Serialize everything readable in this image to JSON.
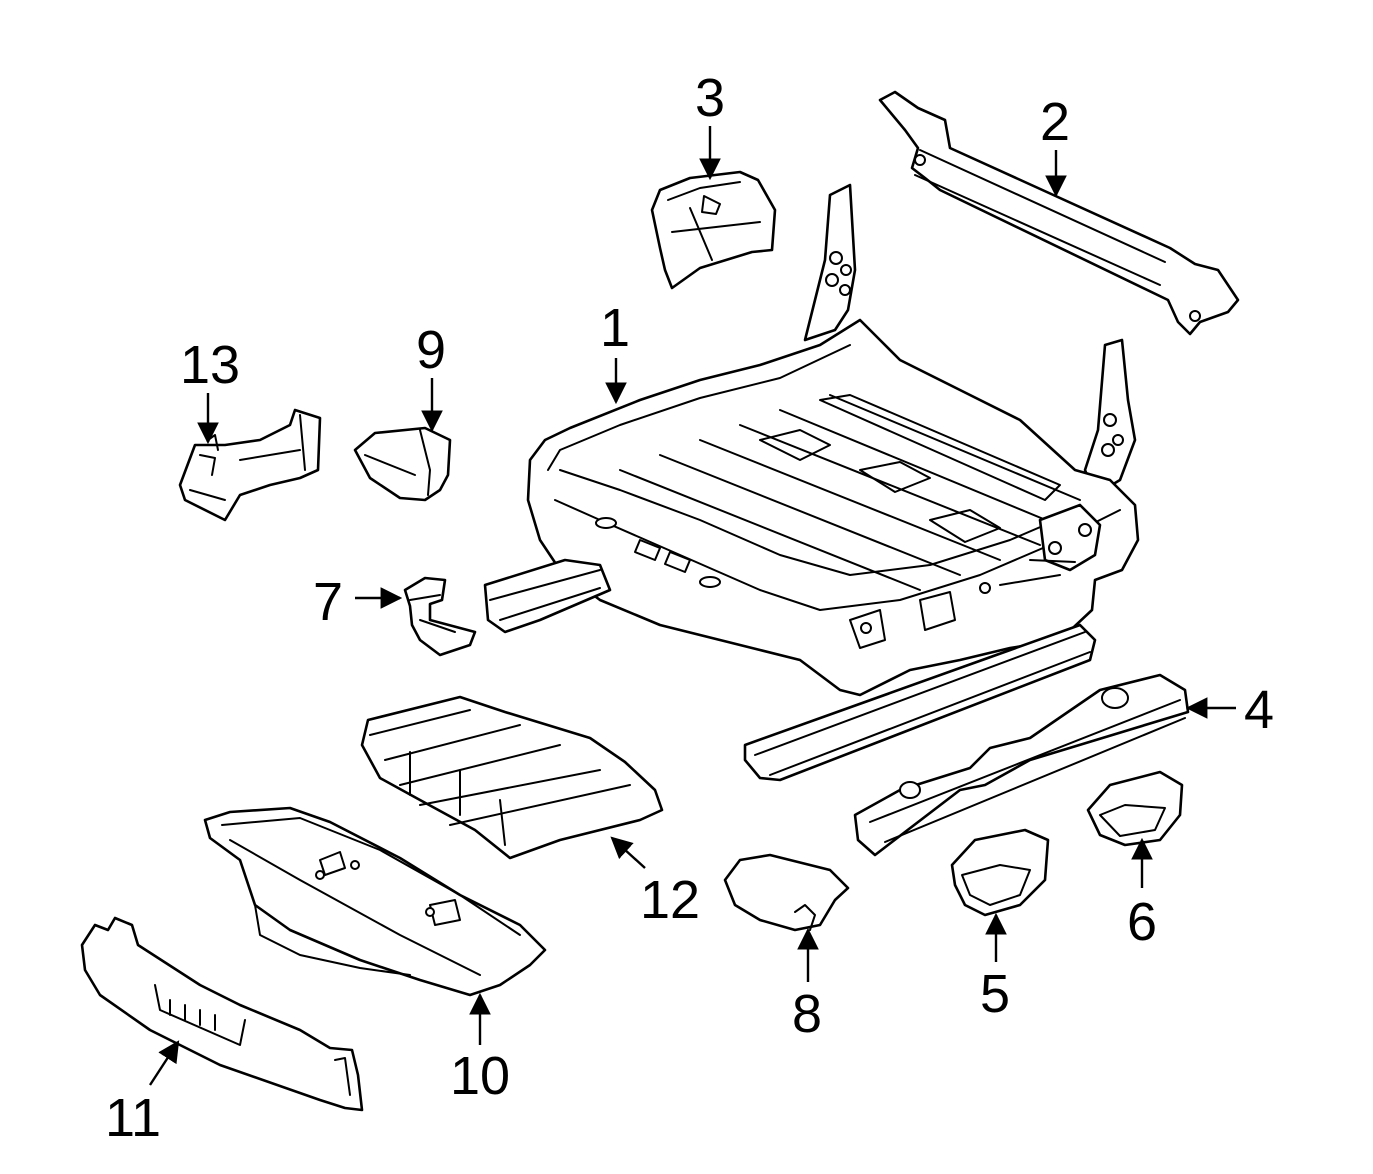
{
  "colors": {
    "line": "#000000",
    "background": "#ffffff"
  },
  "parts": [
    {
      "id": "1",
      "label": "1"
    },
    {
      "id": "2",
      "label": "2"
    },
    {
      "id": "3",
      "label": "3"
    },
    {
      "id": "4",
      "label": "4"
    },
    {
      "id": "5",
      "label": "5"
    },
    {
      "id": "6",
      "label": "6"
    },
    {
      "id": "7",
      "label": "7"
    },
    {
      "id": "8",
      "label": "8"
    },
    {
      "id": "9",
      "label": "9"
    },
    {
      "id": "10",
      "label": "10"
    },
    {
      "id": "11",
      "label": "11"
    },
    {
      "id": "12",
      "label": "12"
    },
    {
      "id": "13",
      "label": "13"
    }
  ]
}
